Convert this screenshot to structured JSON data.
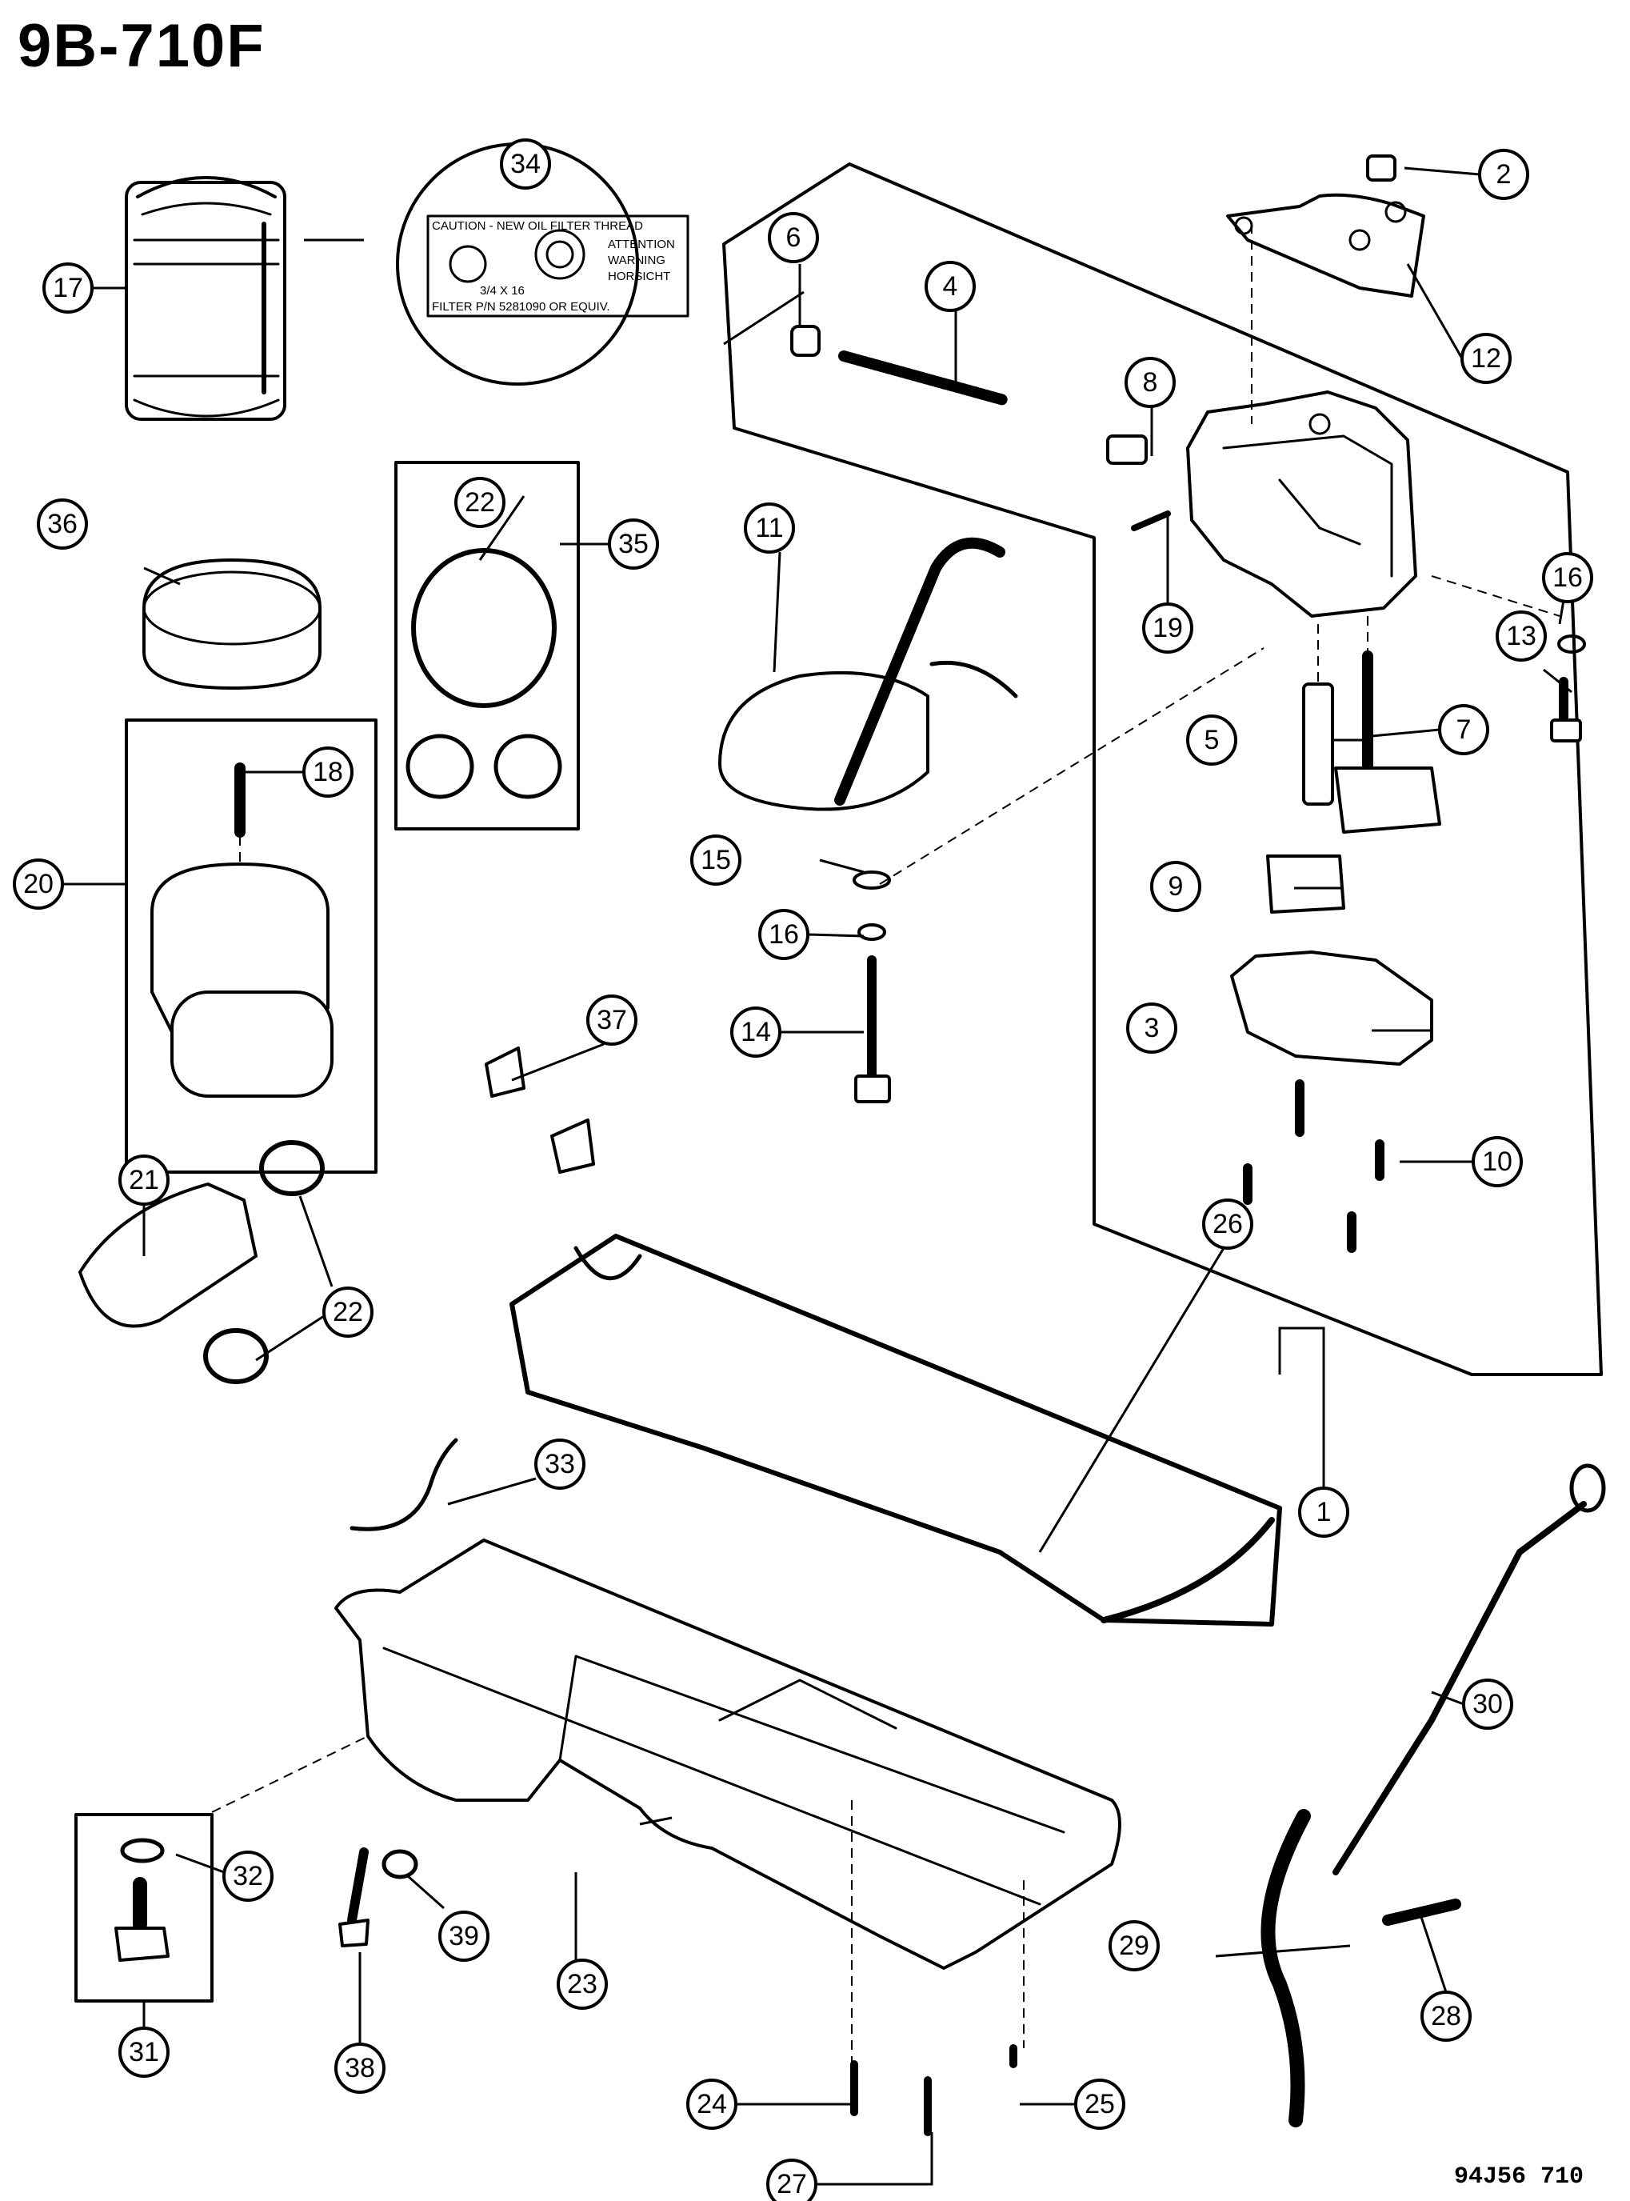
{
  "title": "9B-710F",
  "ref_code": "94J56 710",
  "callouts": [
    "1",
    "2",
    "3",
    "4",
    "5",
    "6",
    "7",
    "8",
    "9",
    "10",
    "11",
    "12",
    "13",
    "14",
    "15",
    "16",
    "16",
    "17",
    "18",
    "19",
    "20",
    "21",
    "22",
    "22",
    "23",
    "24",
    "25",
    "26",
    "27",
    "28",
    "29",
    "30",
    "31",
    "32",
    "33",
    "34",
    "35",
    "36",
    "37",
    "38",
    "39"
  ],
  "filter_label": {
    "line1": "CAUTION - NEW OIL FILTER THREAD",
    "line2": "ATTENTION",
    "line3": "WARNING",
    "line4": "HORSICHT",
    "thread": "3/4 X 16",
    "line5": "FILTER P/N 5281090 OR EQUIV."
  }
}
